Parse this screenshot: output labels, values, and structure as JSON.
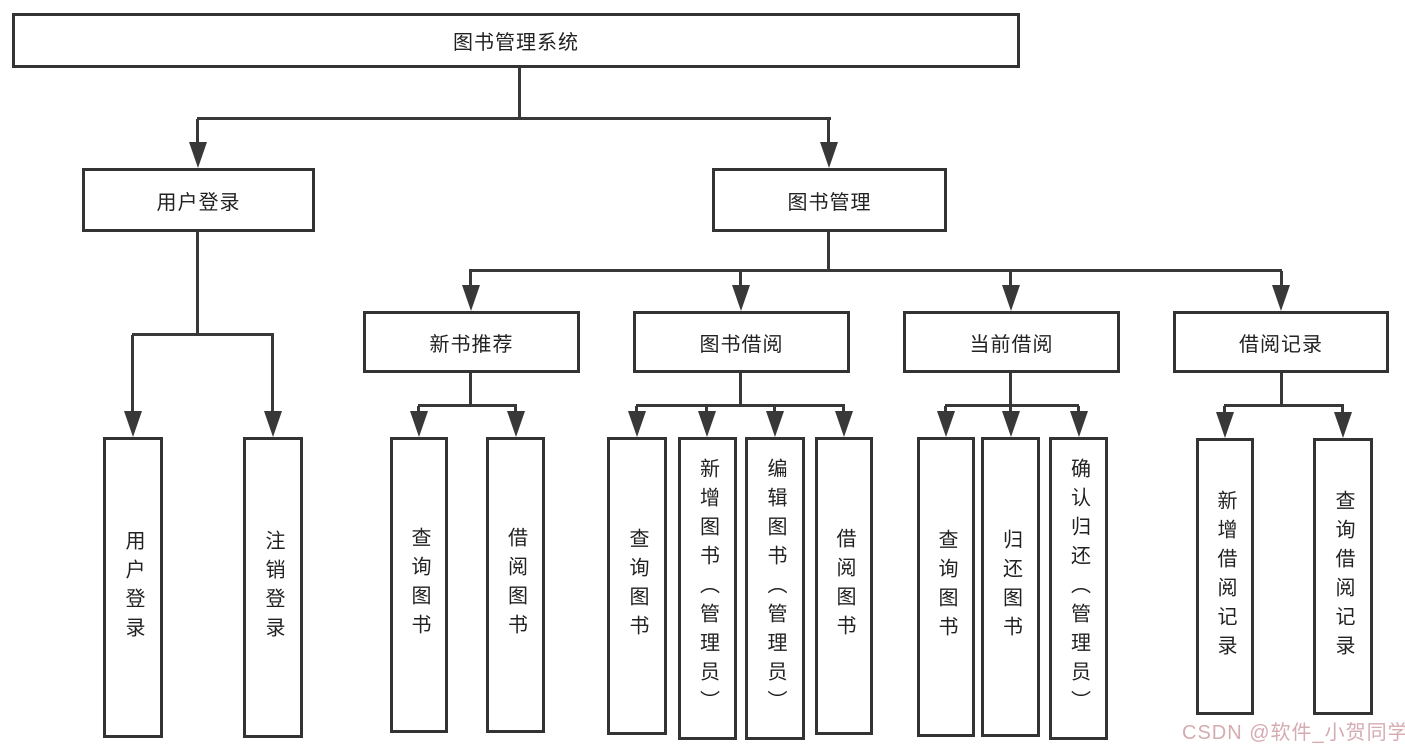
{
  "diagram": {
    "root": {
      "label": "图书管理系统"
    },
    "user_login": {
      "label": "用户登录",
      "children": [
        {
          "label": "用户登录"
        },
        {
          "label": "注销登录"
        }
      ]
    },
    "book_mgmt": {
      "label": "图书管理",
      "sections": [
        {
          "label": "新书推荐",
          "children": [
            {
              "label": "查询图书"
            },
            {
              "label": "借阅图书"
            }
          ]
        },
        {
          "label": "图书借阅",
          "children": [
            {
              "label": "查询图书"
            },
            {
              "label": "新增图书（管理员）"
            },
            {
              "label": "编辑图书（管理员）"
            },
            {
              "label": "借阅图书"
            }
          ]
        },
        {
          "label": "当前借阅",
          "children": [
            {
              "label": "查询图书"
            },
            {
              "label": "归还图书"
            },
            {
              "label": "确认归还（管理员）"
            }
          ]
        },
        {
          "label": "借阅记录",
          "children": [
            {
              "label": "新增借阅记录"
            },
            {
              "label": "查询借阅记录"
            }
          ]
        }
      ]
    }
  },
  "watermark": {
    "text": "CSDN @软件_小贺同学"
  },
  "colors": {
    "line": "#383838",
    "box_border": "#333333",
    "text": "#222222",
    "watermark": "#ce9ca5",
    "background": "#ffffff"
  }
}
